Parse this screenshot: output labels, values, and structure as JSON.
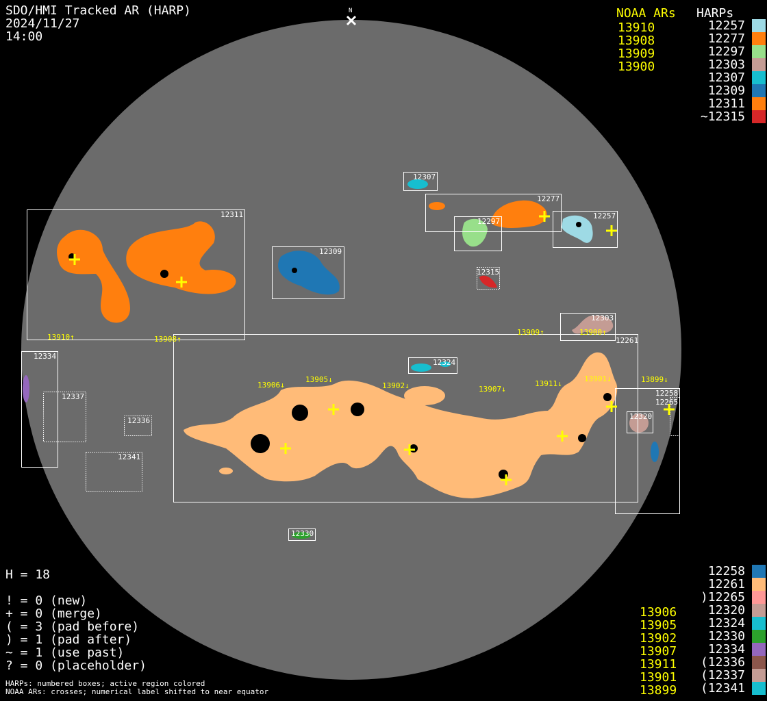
{
  "header": {
    "title": "SDO/HMI Tracked AR (HARP)",
    "date": "2024/11/27",
    "time": "14:00",
    "north_label": "N"
  },
  "legend_top": {
    "noaa_header": "NOAA ARs",
    "harp_header": "HARPs",
    "noaa": [
      "13910",
      "13908",
      "13909",
      "13900"
    ],
    "harps": [
      {
        "label": "12257",
        "color": "#9edae5"
      },
      {
        "label": "12277",
        "color": "#ff7f0e"
      },
      {
        "label": "12297",
        "color": "#98df8a"
      },
      {
        "label": "12303",
        "color": "#c49c94"
      },
      {
        "label": "12307",
        "color": "#17becf"
      },
      {
        "label": "12309",
        "color": "#1f77b4"
      },
      {
        "label": "12311",
        "color": "#ff7f0e"
      },
      {
        "label": "~12315",
        "color": "#d62728"
      }
    ]
  },
  "legend_bottom": {
    "noaa": [
      "13906",
      "13905",
      "13902",
      "13907",
      "13911",
      "13901",
      "13899"
    ],
    "harps": [
      {
        "label": "12258",
        "color": "#1f77b4"
      },
      {
        "label": "12261",
        "color": "#ffbb78"
      },
      {
        "label": ")12265",
        "color": "#ff9896"
      },
      {
        "label": "12320",
        "color": "#c49c94"
      },
      {
        "label": "12324",
        "color": "#17becf"
      },
      {
        "label": "12330",
        "color": "#2ca02c"
      },
      {
        "label": "12334",
        "color": "#9467bd"
      },
      {
        "label": "(12336",
        "color": "#8c564b"
      },
      {
        "label": "(12337",
        "color": "#c49c94"
      },
      {
        "label": "(12341",
        "color": "#17becf"
      }
    ]
  },
  "stats": {
    "h": "H = 18",
    "lines": [
      "! = 0 (new)",
      "+ = 0 (merge)",
      "( = 3 (pad before)",
      ") = 1 (pad after)",
      "~ = 1 (use past)",
      "? = 0 (placeholder)"
    ]
  },
  "footer": [
    "HARPs: numbered boxes; active region colored",
    "NOAA ARs: crosses; numerical label shifted to near equator"
  ],
  "box_labels": {
    "b12311": "12311",
    "b12309": "12309",
    "b12307": "12307",
    "b12277": "12277",
    "b12297": "12297",
    "b12257": "12257",
    "b12315": "12315",
    "b12303": "12303",
    "b12261": "12261",
    "b12324": "12324",
    "b12334": "12334",
    "b12337": "12337",
    "b12336": "12336",
    "b12341": "12341",
    "b12258": "12258",
    "b12265": "12265",
    "b12320": "12320",
    "b12330": "12330"
  },
  "noaa_labels": {
    "n13910": "13910↑",
    "n13908": "13908↑",
    "n13909": "13909↑",
    "n13900": "13900↑",
    "n13906": "13906↓",
    "n13905": "13905↓",
    "n13902": "13902↓",
    "n13907": "13907↓",
    "n13911": "13911↓",
    "n13901": "13901↓",
    "n13899": "13899↓"
  }
}
